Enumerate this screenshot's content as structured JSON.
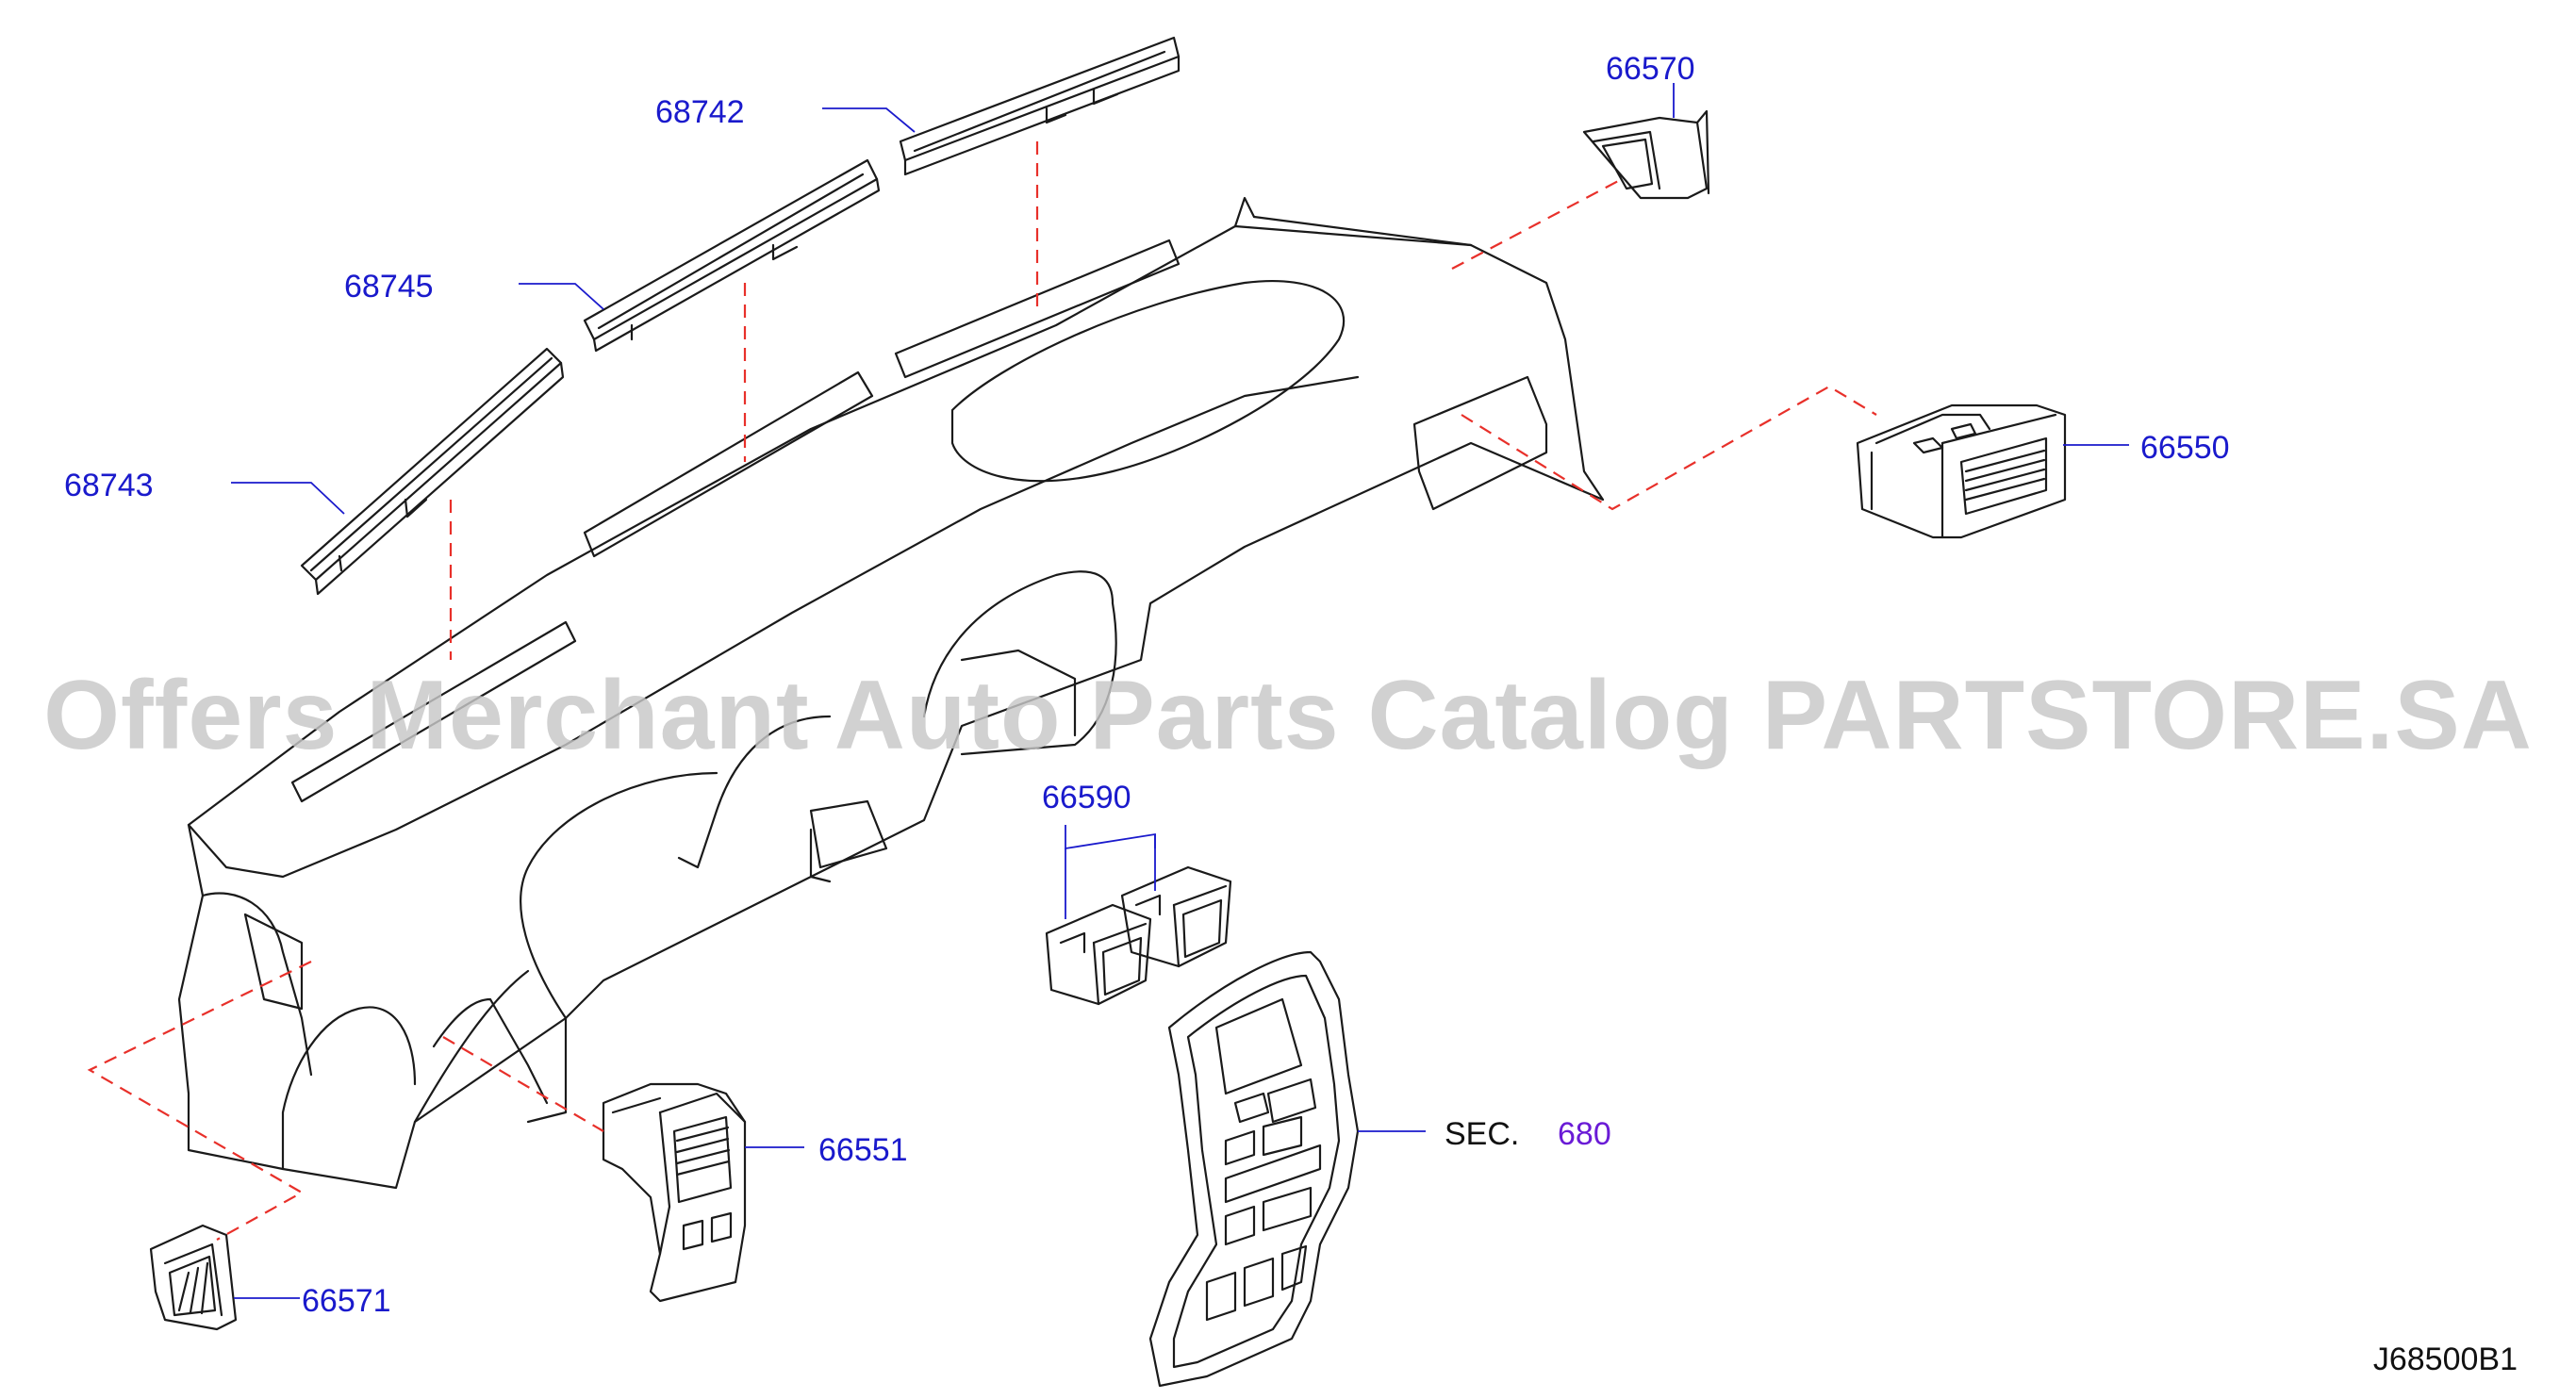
{
  "callouts": {
    "p68742": "68742",
    "p68745": "68745",
    "p68743": "68743",
    "p66570": "66570",
    "p66550": "66550",
    "p66590": "66590",
    "p66551": "66551",
    "p66571": "66571",
    "sec_prefix": "SEC.",
    "sec_number": "680"
  },
  "watermark": "Offers Merchant Auto Parts Catalog PARTSTORE.SA",
  "diagram_id": "J68500B1",
  "colors": {
    "outline": "#1a1a1a",
    "leader": "#1a1acc",
    "dashed_guide": "#e8302a",
    "label": "#1a1acc",
    "section_ref": "#6a1bd6",
    "watermark": "#c8c8c8"
  }
}
